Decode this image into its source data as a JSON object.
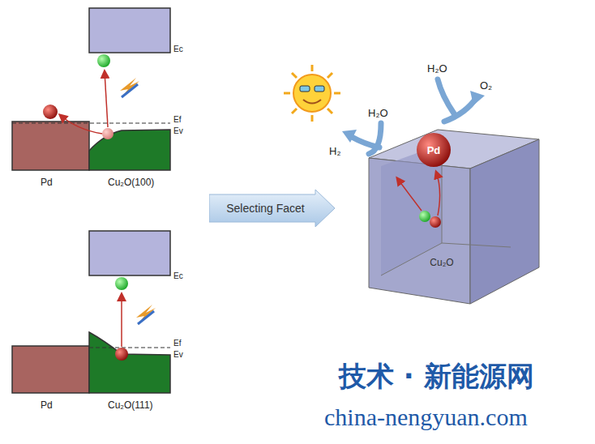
{
  "diagram": {
    "nodes": [
      {
        "text": [
          "Selecting Facet"
        ]
      },
      {
        "text": [
          "Cu₂O"
        ]
      },
      {
        "text": [
          "Pd"
        ]
      }
    ],
    "labels": [
      "Ec",
      "Ef",
      "Ev",
      "Pd",
      "Cu₂O(100)",
      "Ec",
      "Ef",
      "Ev",
      "Pd",
      "Cu₂O(111)",
      "H₂",
      "H₂O",
      "H₂O",
      "O₂",
      "技术 · 新能源网",
      "china-nengyuan.com"
    ]
  }
}
